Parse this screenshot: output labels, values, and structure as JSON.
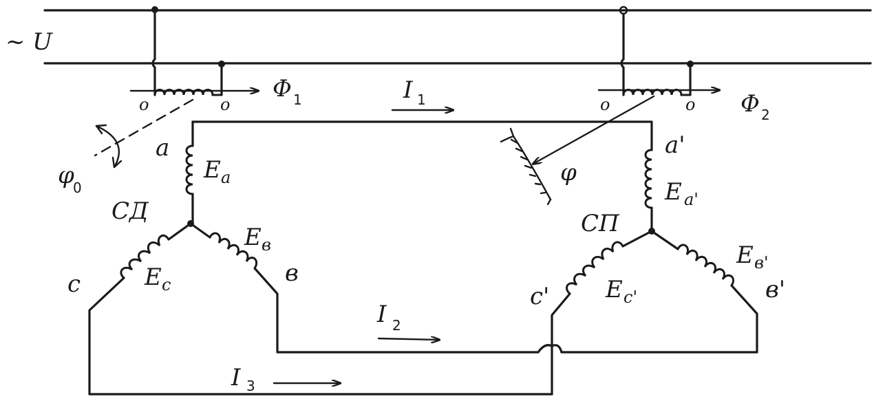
{
  "supply": {
    "label": "~ U"
  },
  "selsyn1": {
    "flux_label": "Φ",
    "flux_sub": "1",
    "angle_label": "φ",
    "angle_sub": "0",
    "winding_terminals": [
      "o",
      "o"
    ],
    "machine_label": "СД",
    "phases": {
      "a": {
        "terminal": "a",
        "emf": "E",
        "emf_sub": "a"
      },
      "b": {
        "terminal": "в",
        "emf": "E",
        "emf_sub": "в"
      },
      "c": {
        "terminal": "c",
        "emf": "E",
        "emf_sub": "c"
      }
    }
  },
  "selsyn2": {
    "flux_label": "Φ",
    "flux_sub": "2",
    "angle_label": "φ",
    "winding_terminals": [
      "o",
      "o"
    ],
    "machine_label": "СП",
    "phases": {
      "a": {
        "terminal": "a'",
        "emf": "E",
        "emf_sub": "a'"
      },
      "b": {
        "terminal": "в'",
        "emf": "E",
        "emf_sub": "в'"
      },
      "c": {
        "terminal": "c'",
        "emf": "E",
        "emf_sub": "c'"
      }
    }
  },
  "currents": [
    {
      "label": "I",
      "sub": "1"
    },
    {
      "label": "I",
      "sub": "2"
    },
    {
      "label": "I",
      "sub": "3"
    }
  ]
}
